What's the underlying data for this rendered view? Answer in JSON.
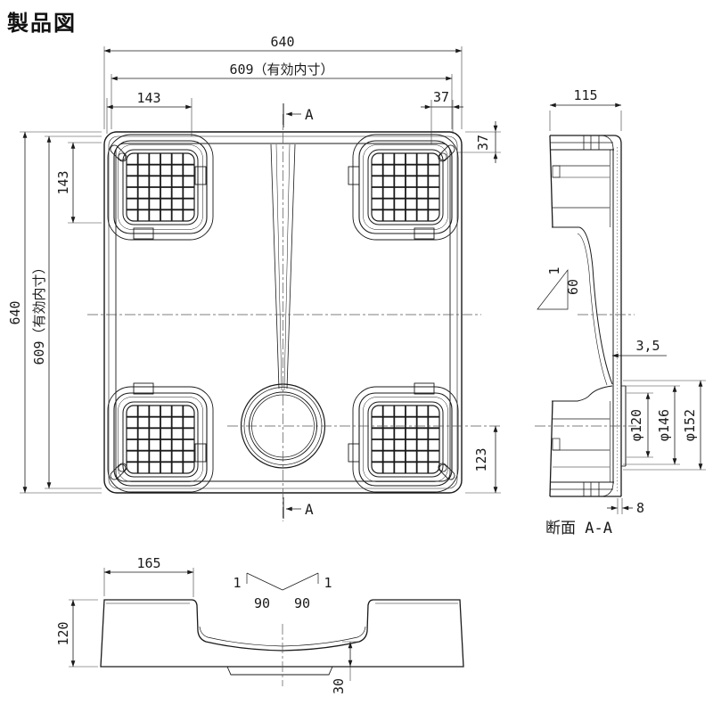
{
  "title": "製品図",
  "colors": {
    "line": "#1a1a1a",
    "background": "#ffffff"
  },
  "plan_view": {
    "dim_width_outer": "640",
    "dim_width_inner": "609（有効内寸）",
    "dim_pad_top": "143",
    "dim_hole_top": "37",
    "dim_height_outer": "640",
    "dim_height_inner": "609（有効内寸）",
    "dim_pad_left": "143",
    "dim_hole_right": "37",
    "dim_drain_offset": "123",
    "section_marker": "A"
  },
  "section_view": {
    "label": "断面 A-A",
    "dim_width": "115",
    "slope_rise": "1",
    "slope_run": "60",
    "dim_thickness": "3,5",
    "dim_dia_inner": "φ120",
    "dim_dia_mid": "φ146",
    "dim_dia_outer": "φ152",
    "dim_rib": "8"
  },
  "front_view": {
    "dim_pad_width": "165",
    "dim_height": "120",
    "slope_left_rise": "1",
    "slope_left_run": "90",
    "slope_right_run": "90",
    "slope_right_rise": "1",
    "dim_drain_depth": "30"
  }
}
